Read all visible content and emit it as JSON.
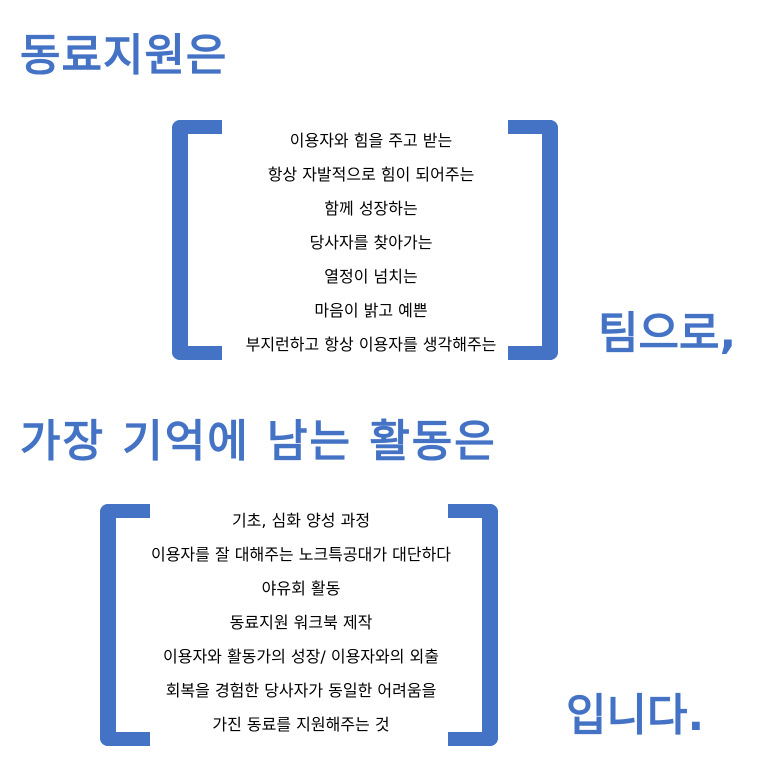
{
  "colors": {
    "accent": "#4472c4",
    "text": "#000000",
    "background": "#ffffff"
  },
  "section1": {
    "heading": "동료지원은",
    "items": [
      "이용자와 힘을 주고 받는",
      "항상 자발적으로 힘이 되어주는",
      "함께 성장하는",
      "당사자를 찾아가는",
      "열정이 넘치는",
      "마음이 밝고 예쁜",
      "부지런하고 항상 이용자를 생각해주는"
    ],
    "suffix": "팀으로,"
  },
  "section2": {
    "heading": "가장 기억에 남는 활동은",
    "items": [
      "기초, 심화 양성 과정",
      "이용자를 잘 대해주는 노크특공대가 대단하다",
      "야유회 활동",
      "동료지원 워크북 제작",
      "이용자와 활동가의 성장/ 이용자와의 외출",
      "회복을 경험한 당사자가 동일한 어려움을",
      "가진 동료를  지원해주는 것"
    ],
    "suffix": "입니다."
  }
}
